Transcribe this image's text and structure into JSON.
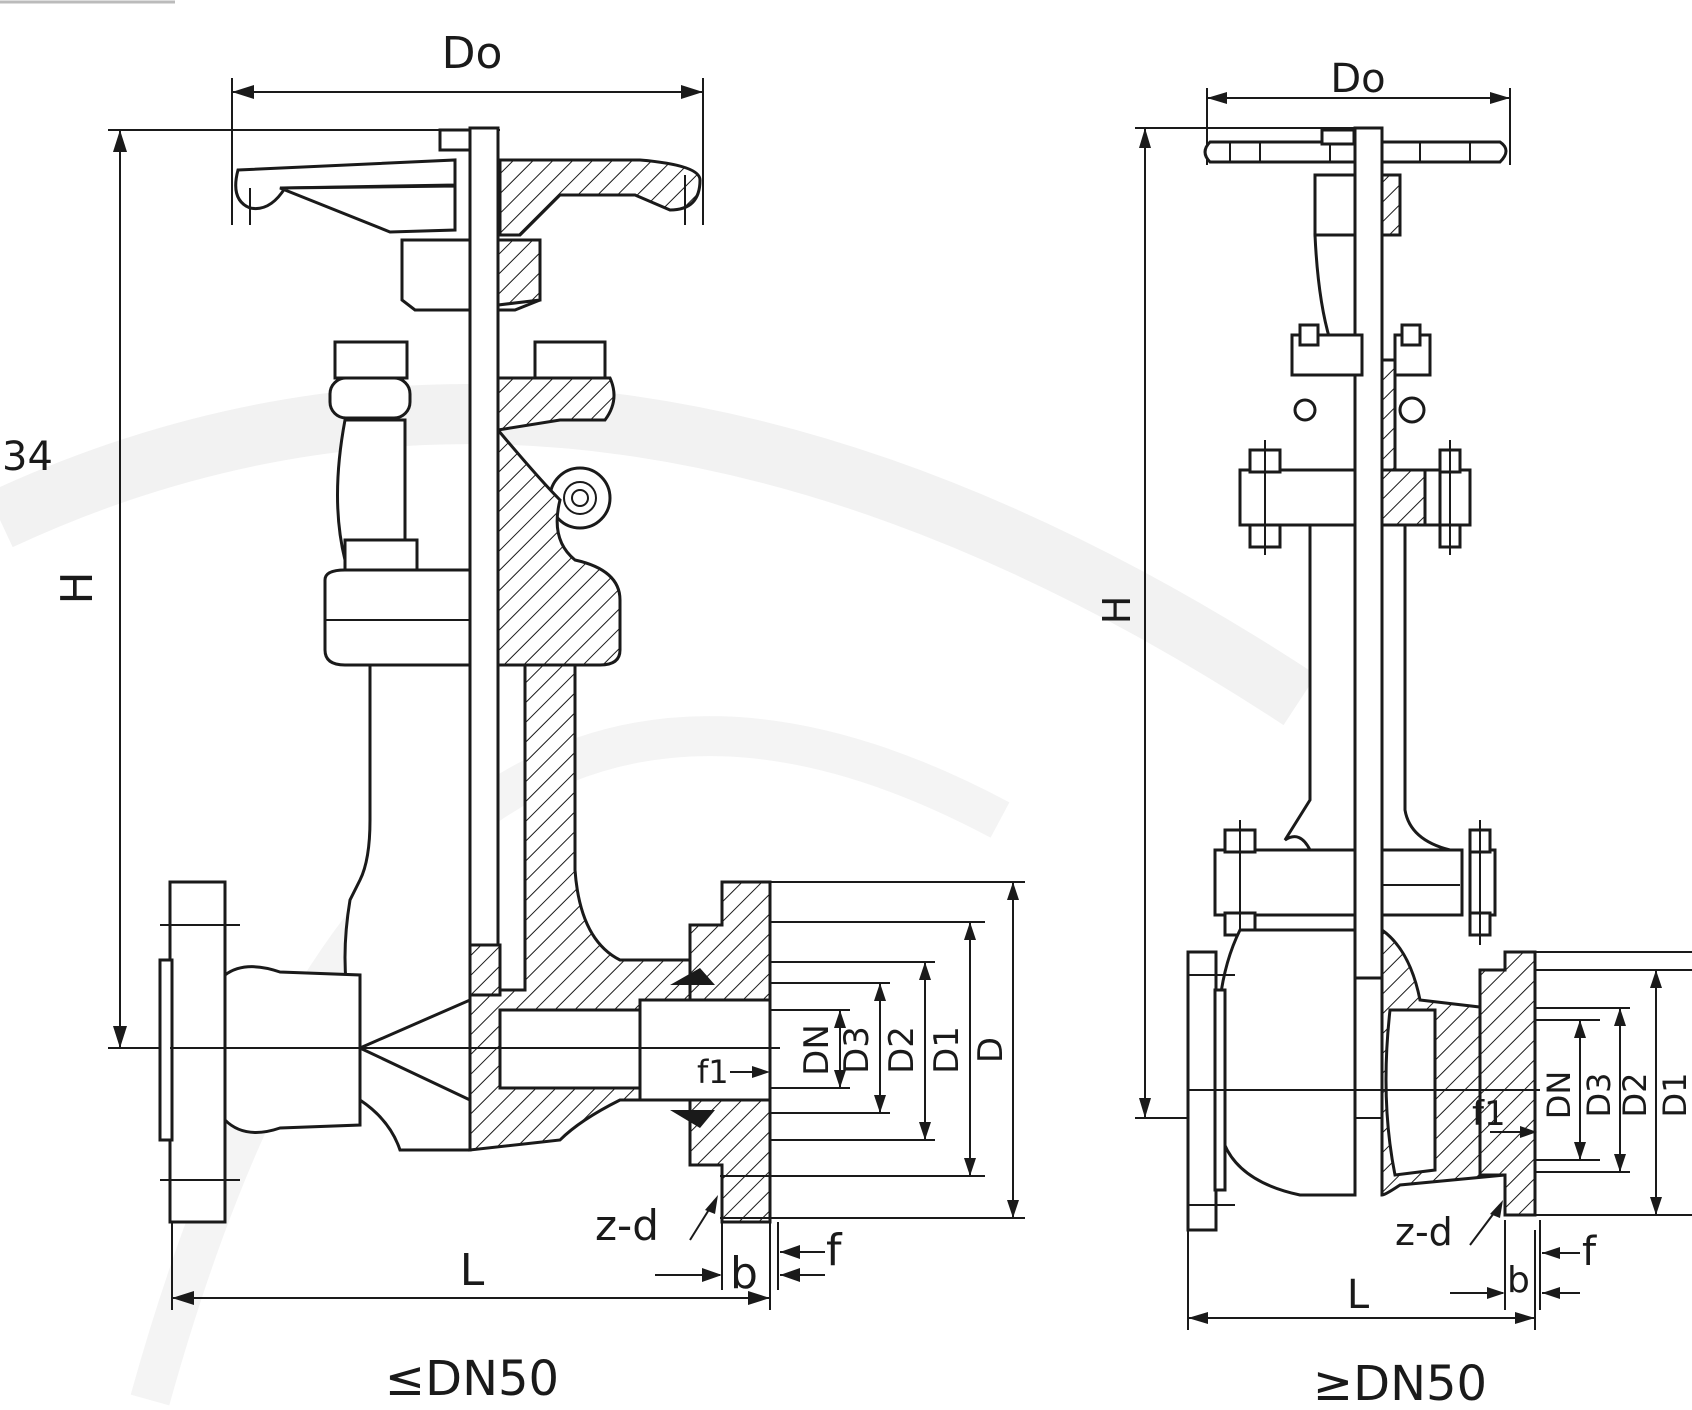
{
  "left_view": {
    "label_do": "Do",
    "label_h": "H",
    "label_dn": "DN",
    "label_d3": "D3",
    "label_d2": "D2",
    "label_d1": "D1",
    "label_d": "D",
    "label_f1": "f1",
    "label_zd": "z-d",
    "label_l": "L",
    "label_b": "b",
    "label_f": "f",
    "caption": "≤DN50"
  },
  "right_view": {
    "label_do": "Do",
    "label_h": "H",
    "label_dn": "DN",
    "label_d3": "D3",
    "label_d2": "D2",
    "label_d1": "D1",
    "label_f1": "f1",
    "label_zd": "z-d",
    "label_l": "L",
    "label_b": "b",
    "label_f": "f",
    "caption": "≥DN50"
  },
  "edge_fragment": "34"
}
